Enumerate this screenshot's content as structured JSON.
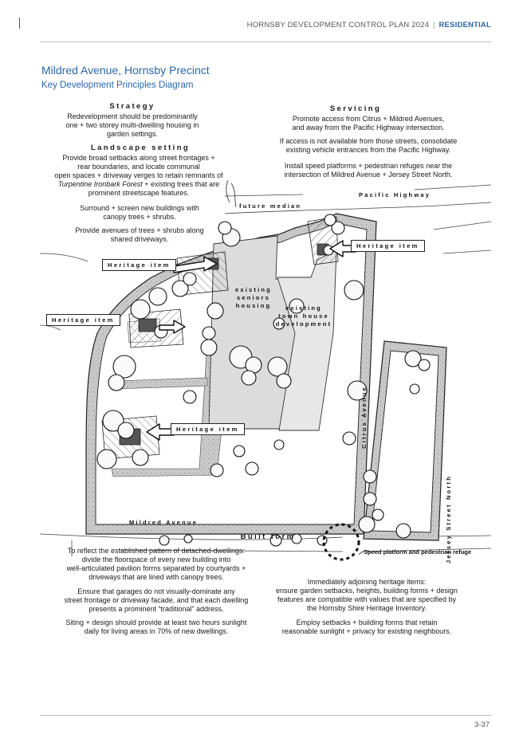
{
  "header": {
    "doc": "HORNSBY DEVELOPMENT CONTROL PLAN 2024",
    "sep": "|",
    "section": "RESIDENTIAL"
  },
  "title": "Mildred Avenue, Hornsby Precinct",
  "subtitle": "Key Development Principles Diagram",
  "strategy": {
    "heading": "Strategy",
    "text": [
      "Redevelopment should be predominantly",
      "one + two storey multi-dwelling housing in",
      "garden settings."
    ]
  },
  "landscape": {
    "heading": "Landscape setting",
    "p1": [
      "Provide broad setbacks along street frontages +",
      "rear boundaries, and locate communal",
      "open spaces + driveway verges to retain remnants of"
    ],
    "p1_italic": "Turpentine Ironbark Forest",
    "p1_tail": " + existing trees that are",
    "p1_last": "prominent streetscape features.",
    "p2": [
      "Surround + screen new buildings with",
      "canopy trees + shrubs."
    ],
    "p3": [
      "Provide avenues of trees + shrubs along",
      "shared driveways."
    ]
  },
  "servicing": {
    "heading": "Servicing",
    "p1": [
      "Promote access from Citrus + Mildred Avenues,",
      "and away from the Pacific Highway intersection."
    ],
    "p2": [
      "If access is not available from those streets, consolidate",
      "existing vehicle entrances from the Pacific Highway."
    ],
    "p3": [
      "Install speed platforms + pedestrian refuges near the",
      "intersection of Mildred Avenue + Jersey Street North."
    ]
  },
  "built_form": {
    "heading": "Built form",
    "p1": [
      "To reflect the established pattern of detached-dwellings:",
      "divide the floorspace of every new building into",
      "well-articulated pavilion forms separated by courtyards +",
      "driveways that are lined with canopy trees."
    ],
    "p2": [
      "Ensure that garages do not visually-dominate any",
      "street frontage or driveway facade, and that each dwelling",
      "presents a prominent “traditional” address."
    ],
    "p3": [
      "Siting + design should provide at least two hours sunlight",
      "daily for living areas in 70% of new dwellings."
    ],
    "p4": [
      "Immediately adjoining heritage items:",
      "ensure garden setbacks, heights, building forms + design",
      "features are compatible with values that are specified by",
      "the Hornsby Shire Heritage Inventory."
    ],
    "p5": [
      "Employ setbacks + building forms that retain",
      "reasonable sunlight + privacy for existing neighbours."
    ]
  },
  "labels": {
    "future_median": "future median",
    "pacific_highway": "Pacific Highway",
    "seniors": [
      "existing",
      "seniors",
      "housing"
    ],
    "townhouse": [
      "existing",
      "town house",
      "development"
    ],
    "citrus": "Citrus Avenue",
    "jersey": "Jersey Street North",
    "mildred": "Mildred Avenue",
    "speed": "Speed platform and pedestrian refuge",
    "heritage": "Heritage item"
  },
  "page_number": "3-37"
}
